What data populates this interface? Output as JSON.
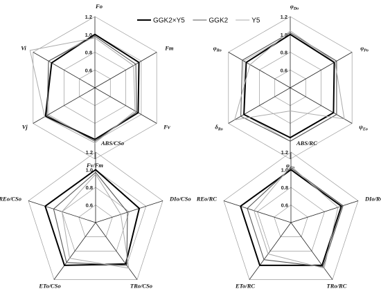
{
  "legend": [
    {
      "name": "GGK2×Y5",
      "color": "#000000",
      "width": 2.0
    },
    {
      "name": "GGK2",
      "color": "#555555",
      "width": 1.1
    },
    {
      "name": "Y5",
      "color": "#aaaaaa",
      "width": 1.0
    }
  ],
  "chart_data": [
    {
      "type": "radar",
      "title": "",
      "axes": [
        {
          "label": "Fo",
          "sub": ""
        },
        {
          "label": "Fm",
          "sub": ""
        },
        {
          "label": "Fv",
          "sub": ""
        },
        {
          "label": "Fv/Fm",
          "sub": ""
        },
        {
          "label": "Vj",
          "sub": ""
        },
        {
          "label": "Vi",
          "sub": ""
        }
      ],
      "ticks": [
        "0.6",
        "0.8",
        "1.0",
        "1.2"
      ],
      "range": [
        0.4,
        1.2
      ],
      "series": [
        {
          "name": "GGK2×Y5",
          "values": [
            1.0,
            0.97,
            0.96,
            0.98,
            1.04,
            0.96
          ]
        },
        {
          "name": "GGK2",
          "values": [
            0.98,
            0.93,
            0.94,
            1.0,
            1.02,
            1.0
          ]
        },
        {
          "name": "Y5",
          "values": [
            0.96,
            0.9,
            0.92,
            1.02,
            1.05,
            1.24
          ]
        }
      ]
    },
    {
      "type": "radar",
      "title": "",
      "axes": [
        {
          "label": "φ",
          "sub": "Do"
        },
        {
          "label": "φ",
          "sub": "Po"
        },
        {
          "label": "ψ",
          "sub": "Eo"
        },
        {
          "label": "φ",
          "sub": "Eo"
        },
        {
          "label": "δ",
          "sub": "Ro"
        },
        {
          "label": "φ",
          "sub": "Ro"
        }
      ],
      "ticks": [
        "0.6",
        "0.8",
        "1.0",
        "1.2"
      ],
      "range": [
        0.4,
        1.2
      ],
      "series": [
        {
          "name": "GGK2×Y5",
          "values": [
            1.0,
            0.97,
            0.96,
            0.96,
            1.0,
            0.97
          ]
        },
        {
          "name": "GGK2",
          "values": [
            1.02,
            1.0,
            1.0,
            1.0,
            1.04,
            1.02
          ]
        },
        {
          "name": "Y5",
          "values": [
            1.04,
            0.98,
            1.1,
            0.66,
            1.12,
            0.92
          ]
        }
      ]
    },
    {
      "type": "radar",
      "title": "",
      "axes": [
        {
          "label": "ABS/CSo",
          "sub": ""
        },
        {
          "label": "DIo/CSo",
          "sub": ""
        },
        {
          "label": "TRo/CSo",
          "sub": ""
        },
        {
          "label": "ETo/CSo",
          "sub": ""
        },
        {
          "label": "REo/CSo",
          "sub": ""
        }
      ],
      "ticks": [
        "0.6",
        "0.8",
        "1.0",
        "1.2"
      ],
      "range": [
        0.4,
        1.2
      ],
      "series": [
        {
          "name": "GGK2×Y5",
          "values": [
            1.0,
            0.92,
            0.98,
            1.0,
            1.0
          ]
        },
        {
          "name": "GGK2",
          "values": [
            0.97,
            0.78,
            1.0,
            0.96,
            0.9
          ]
        },
        {
          "name": "Y5",
          "values": [
            0.95,
            0.7,
            1.04,
            0.9,
            0.8
          ]
        }
      ]
    },
    {
      "type": "radar",
      "title": "",
      "axes": [
        {
          "label": "ABS/RC",
          "sub": ""
        },
        {
          "label": "DIo/RC",
          "sub": ""
        },
        {
          "label": "TRo/RC",
          "sub": ""
        },
        {
          "label": "ETo/RC",
          "sub": ""
        },
        {
          "label": "REo/RC",
          "sub": ""
        }
      ],
      "ticks": [
        "0.6",
        "0.8",
        "1.0",
        "1.2"
      ],
      "range": [
        0.4,
        1.2
      ],
      "series": [
        {
          "name": "GGK2×Y5",
          "values": [
            1.0,
            1.0,
            1.0,
            1.0,
            1.0
          ]
        },
        {
          "name": "GGK2",
          "values": [
            1.02,
            1.02,
            1.02,
            0.92,
            0.92
          ]
        },
        {
          "name": "Y5",
          "values": [
            1.04,
            0.96,
            1.04,
            0.84,
            0.84
          ]
        }
      ]
    }
  ]
}
